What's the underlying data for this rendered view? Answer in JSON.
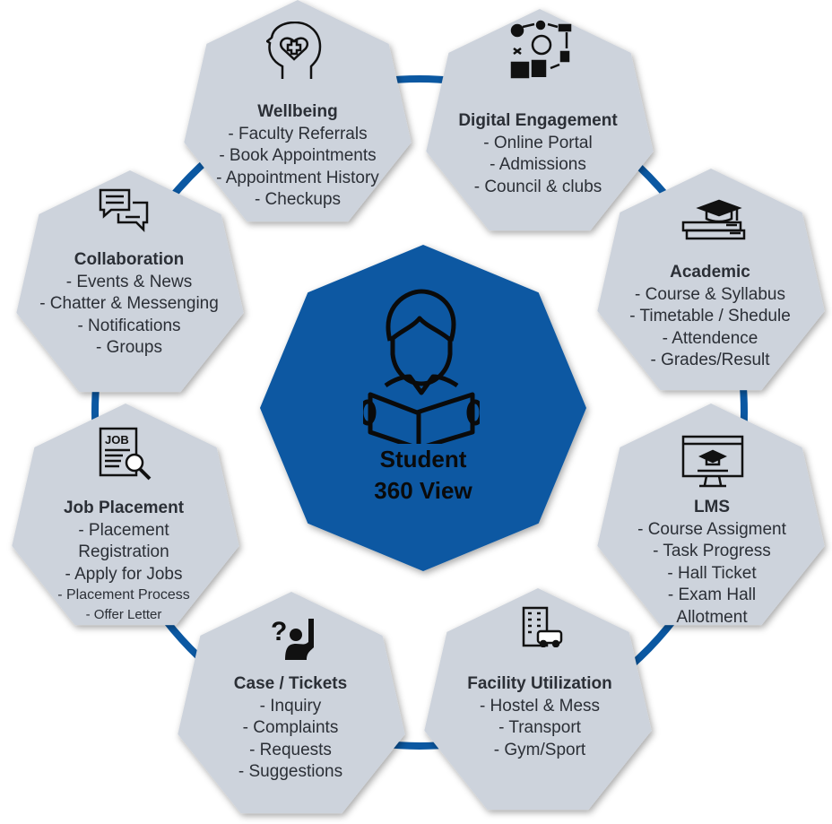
{
  "colors": {
    "ring": "#0B58A2",
    "center": "#0B58A2",
    "node": "#CDD3DC",
    "text": "#2b2f36"
  },
  "center": {
    "line1": "Student",
    "line2": "360 View",
    "icon": "student-reading-icon"
  },
  "nodes": [
    {
      "key": "wellbeing",
      "icon": "mental-health-icon",
      "title": "Wellbeing",
      "items": [
        "- Faculty Referrals",
        "- Book Appointments",
        "- Appointment History",
        "- Checkups"
      ]
    },
    {
      "key": "digital",
      "icon": "digital-engagement-icon",
      "title": "Digital Engagement",
      "items": [
        "- Online Portal",
        "- Admissions",
        "- Council & clubs"
      ]
    },
    {
      "key": "academic",
      "icon": "graduation-books-icon",
      "title": "Academic",
      "items": [
        "- Course & Syllabus",
        "- Timetable / Shedule",
        "- Attendence",
        "- Grades/Result"
      ]
    },
    {
      "key": "lms",
      "icon": "online-learning-icon",
      "title": "LMS",
      "items": [
        "- Course Assigment",
        "- Task Progress",
        "- Hall Ticket",
        "- Exam Hall",
        "Allotment"
      ]
    },
    {
      "key": "facility",
      "icon": "building-vehicle-icon",
      "title": "Facility Utilization",
      "items": [
        "- Hostel & Mess",
        "- Transport",
        "- Gym/Sport"
      ]
    },
    {
      "key": "case",
      "icon": "question-raise-hand-icon",
      "title": "Case / Tickets",
      "items": [
        "- Inquiry",
        "- Complaints",
        "- Requests",
        "- Suggestions"
      ]
    },
    {
      "key": "job",
      "icon": "job-search-icon",
      "title": "Job Placement",
      "items": [
        "- Placement",
        "Registration",
        "- Apply for Jobs",
        "- Placement Process",
        "- Offer Letter"
      ],
      "icon_text": "JOB"
    },
    {
      "key": "collab",
      "icon": "chat-bubbles-icon",
      "title": "Collaboration",
      "items": [
        "- Events & News",
        "- Chatter & Messenging",
        "- Notifications",
        "- Groups"
      ]
    }
  ]
}
